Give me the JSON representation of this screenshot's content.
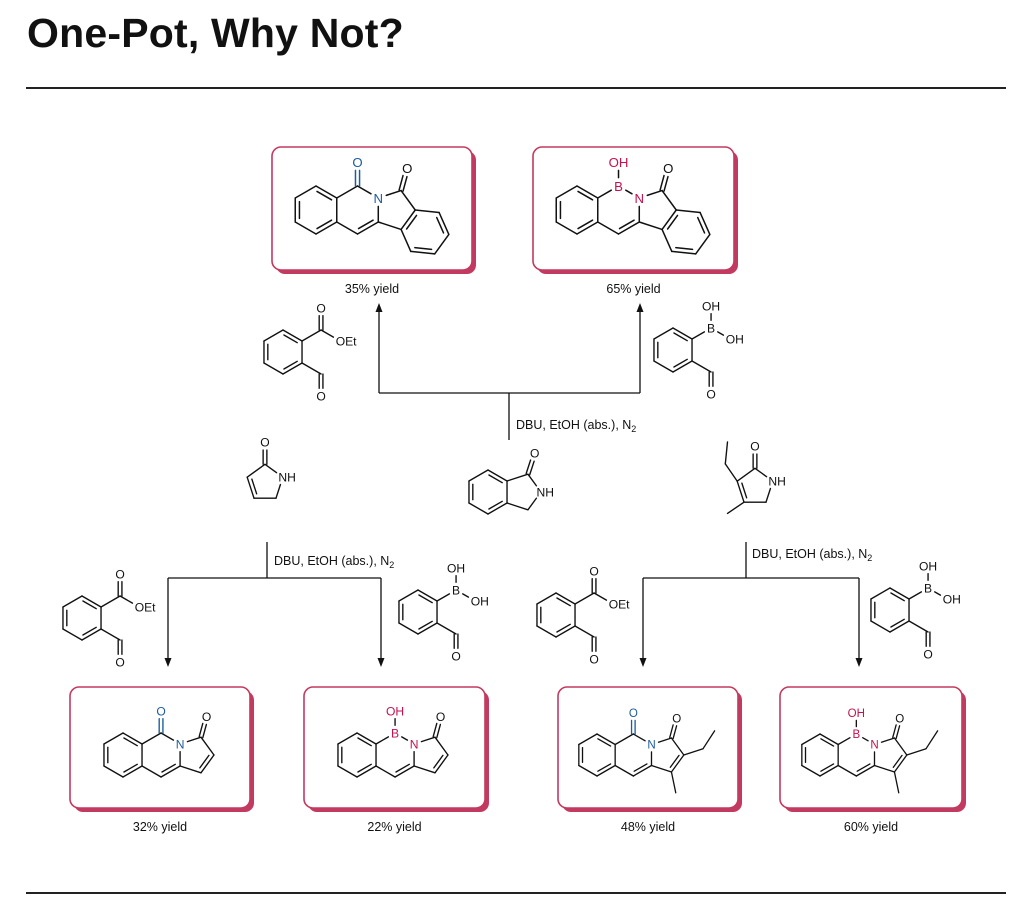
{
  "title": "One-Pot, Why Not?",
  "reagent": {
    "text": "DBU, EtOH (abs.), N",
    "subscript": "2"
  },
  "atom_labels": {
    "O": "O",
    "N": "N",
    "B": "B",
    "OH": "OH",
    "NH": "NH",
    "OEt": "OEt"
  },
  "products": [
    {
      "yield": "35% yield"
    },
    {
      "yield": "65% yield"
    },
    {
      "yield": "32% yield"
    },
    {
      "yield": "22% yield"
    },
    {
      "yield": "48% yield"
    },
    {
      "yield": "60% yield"
    }
  ],
  "colors": {
    "box": "#c23a60",
    "carbonyl_atoms": "#1d5c9e",
    "boron_atoms": "#c4124f"
  }
}
